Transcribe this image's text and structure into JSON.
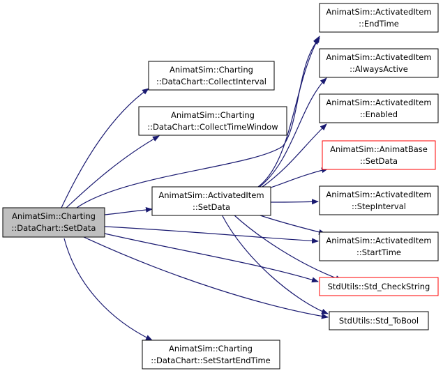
{
  "colors": {
    "edge": "#191970",
    "node_border": "#000000",
    "node_border_highlight": "#ff0000",
    "root_fill": "#bfbfbf",
    "node_fill": "#ffffff"
  },
  "nodes": {
    "root": {
      "line1": "AnimatSim::Charting",
      "line2": "::DataChart::SetData"
    },
    "collect_interval": {
      "line1": "AnimatSim::Charting",
      "line2": "::DataChart::CollectInterval"
    },
    "collect_time_window": {
      "line1": "AnimatSim::Charting",
      "line2": "::DataChart::CollectTimeWindow"
    },
    "activated_setdata": {
      "line1": "AnimatSim::ActivatedItem",
      "line2": "::SetData"
    },
    "set_start_end_time": {
      "line1": "AnimatSim::Charting",
      "line2": "::DataChart::SetStartEndTime"
    },
    "end_time": {
      "line1": "AnimatSim::ActivatedItem",
      "line2": "::EndTime"
    },
    "always_active": {
      "line1": "AnimatSim::ActivatedItem",
      "line2": "::AlwaysActive"
    },
    "enabled": {
      "line1": "AnimatSim::ActivatedItem",
      "line2": "::Enabled"
    },
    "animatbase_setdata": {
      "line1": "AnimatSim::AnimatBase",
      "line2": "::SetData"
    },
    "step_interval": {
      "line1": "AnimatSim::ActivatedItem",
      "line2": "::StepInterval"
    },
    "start_time": {
      "line1": "AnimatSim::ActivatedItem",
      "line2": "::StartTime"
    },
    "std_checkstring": {
      "line1": "StdUtils::Std_CheckString"
    },
    "std_tobool": {
      "line1": "StdUtils::Std_ToBool"
    }
  }
}
